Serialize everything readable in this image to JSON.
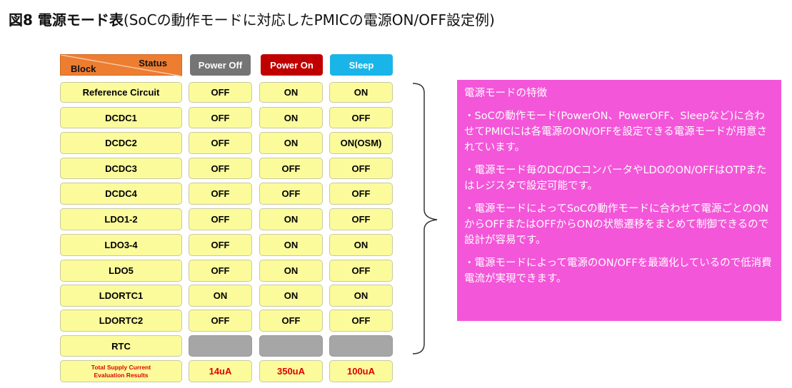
{
  "title": {
    "bold": "図8 電源モード表",
    "rest": "(SoCの動作モードに対応したPMICの電源ON/OFF設定例)"
  },
  "table": {
    "corner_status": "Status",
    "corner_block": "Block",
    "columns": [
      "Power Off",
      "Power On",
      "Sleep"
    ],
    "column_colors": [
      "#757575",
      "#c00000",
      "#19b5e8"
    ],
    "rows": [
      {
        "block": "Reference Circuit",
        "values": [
          "OFF",
          "ON",
          "ON"
        ]
      },
      {
        "block": "DCDC1",
        "values": [
          "OFF",
          "ON",
          "OFF"
        ]
      },
      {
        "block": "DCDC2",
        "values": [
          "OFF",
          "ON",
          "ON(OSM)"
        ]
      },
      {
        "block": "DCDC3",
        "values": [
          "OFF",
          "OFF",
          "OFF"
        ]
      },
      {
        "block": "DCDC4",
        "values": [
          "OFF",
          "OFF",
          "OFF"
        ]
      },
      {
        "block": "LDO1-2",
        "values": [
          "OFF",
          "ON",
          "OFF"
        ]
      },
      {
        "block": "LDO3-4",
        "values": [
          "OFF",
          "ON",
          "ON"
        ]
      },
      {
        "block": "LDO5",
        "values": [
          "OFF",
          "ON",
          "OFF"
        ]
      },
      {
        "block": "LDORTC1",
        "values": [
          "ON",
          "ON",
          "ON"
        ]
      },
      {
        "block": "LDORTC2",
        "values": [
          "OFF",
          "OFF",
          "OFF"
        ]
      },
      {
        "block": "RTC",
        "values": [
          "",
          "",
          ""
        ]
      }
    ],
    "total_label_line1": "Total Supply Current",
    "total_label_line2": "Evaluation Results",
    "totals": [
      "14uA",
      "350uA",
      "100uA"
    ]
  },
  "note": {
    "heading": "電源モードの特徴",
    "paragraphs": [
      "・SoCの動作モード(PowerON、PowerOFF、Sleepなど)に合わせてPMICには各電源のON/OFFを設定できる電源モードが用意されています。",
      "・電源モード毎のDC/DCコンバータやLDOのON/OFFはOTPまたはレジスタで設定可能です。",
      "・電源モードによってSoCの動作モードに合わせて電源ごとのONからOFFまたはOFFからONの状態遷移をまとめて制御できるので設計が容易です。",
      "・電源モードによって電源のON/OFFを最適化しているので低消費電流が実現できます。"
    ],
    "background": "#f356d8"
  }
}
